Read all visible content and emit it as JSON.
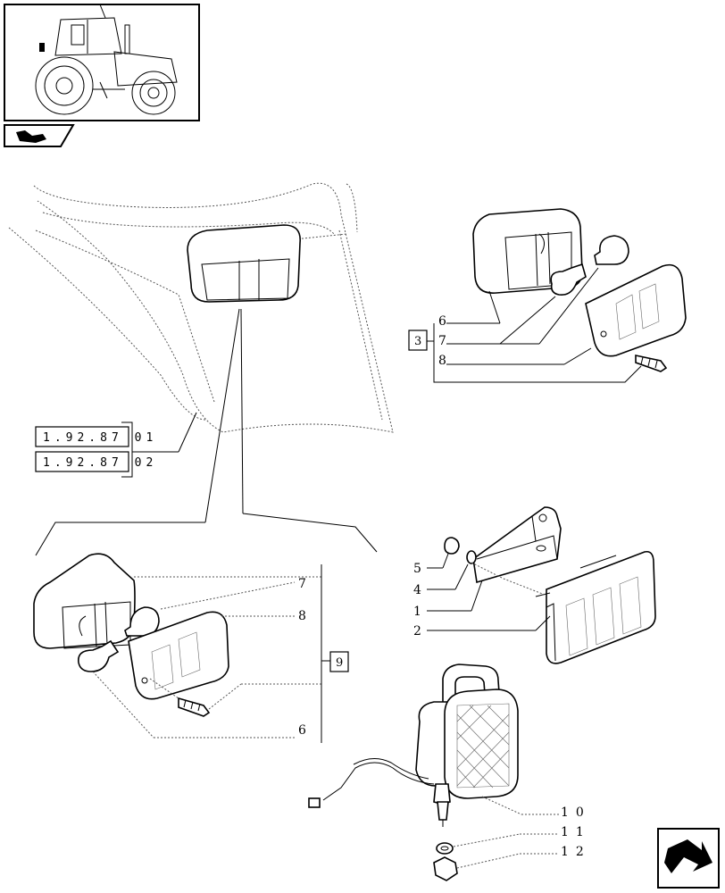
{
  "ref_group": {
    "codes": [
      "1.92.87 01",
      "1.92.87 02"
    ]
  },
  "groups": [
    {
      "box_label": "3",
      "parts": [
        "6",
        "7",
        "8"
      ]
    },
    {
      "box_label": "9",
      "parts": [
        "7",
        "8",
        "6"
      ]
    }
  ],
  "mounting_parts": [
    "5",
    "4",
    "1",
    "2"
  ],
  "worklight_parts": [
    "10",
    "11",
    "12"
  ],
  "icons": {
    "thumbnail": "tractor-thumbnail",
    "section": "section-icon",
    "next_page": "next-page-arrow-icon"
  }
}
